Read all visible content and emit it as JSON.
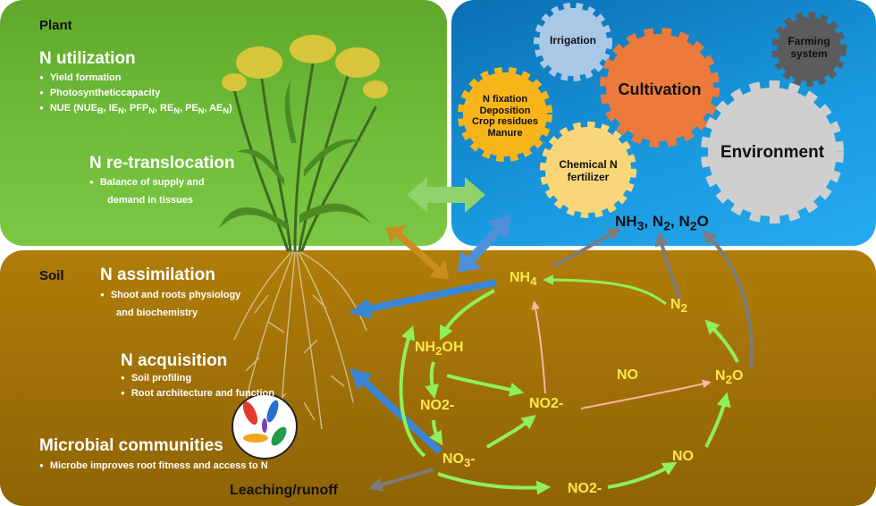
{
  "plant": {
    "title": "Plant",
    "n_utilization": "N utilization",
    "util_items": [
      "Yield formation",
      "Photosyntheticcapacity"
    ],
    "nue": {
      "pre": "NUE (NUE",
      "s1": "B",
      "t1": ", IE",
      "s2": "N",
      "t2": ", PFP",
      "s3": "N",
      "t3": ", RE",
      "s4": "N",
      "t4": ", PE",
      "s5": "N",
      "t5": ", AE",
      "s6": "N",
      "t6": ")"
    },
    "n_retrans": "N re-translocation",
    "retrans_items": [
      "Balance of supply and",
      "demand in tissues"
    ]
  },
  "environment": {
    "gears": {
      "irrigation": "Irrigation",
      "farming": [
        "Farming",
        "system"
      ],
      "nfix": [
        "N fixation",
        "Deposition",
        "Crop residues",
        "Manure"
      ],
      "cultivation": "Cultivation",
      "environment": "Environment",
      "chem": [
        "Chemical N",
        "fertilizer"
      ]
    },
    "gases": {
      "a": "NH",
      "a_sub": "3",
      "b": ", N",
      "b_sub": "2",
      "c": ",  N",
      "c_sub": "2",
      "d": "O"
    }
  },
  "soil": {
    "title": "Soil",
    "n_assim": "N assimilation",
    "assim_items": [
      "Shoot and roots physiology",
      "and biochemistry"
    ],
    "n_acq": "N acquisition",
    "acq_items": [
      "Soil profiling",
      "Root architecture and function"
    ],
    "microbial": "Microbial communities",
    "microbial_items": [
      "Microbe improves root fitness and access to N"
    ],
    "leaching": "Leaching/runoff"
  },
  "cycle": {
    "nh4": {
      "b": "NH",
      "s": "4"
    },
    "nh2oh": {
      "a": "NH",
      "s": "2",
      "b": "OH"
    },
    "no2_left": "NO2-",
    "no2_mid": "NO2-",
    "no3": {
      "a": "NO",
      "s": "3",
      "b": "-"
    },
    "no2_bottom": "NO2-",
    "no_mid": "NO",
    "no_right": "NO",
    "n2o": {
      "a": "N",
      "s": "2",
      "b": "O"
    },
    "n2": {
      "a": "N",
      "s": "2"
    }
  },
  "colors": {
    "plant_bg": "#6fbd3a",
    "env_bg": "#1a9ae0",
    "soil_bg": "#9c6e07",
    "cycle_text": "#ffe84a",
    "green_arrow": "#8ff05a",
    "blue_arrow": "#3a86d6",
    "gray_arrow": "#7c7c7c",
    "pink_arrow": "#f4b8a0"
  }
}
